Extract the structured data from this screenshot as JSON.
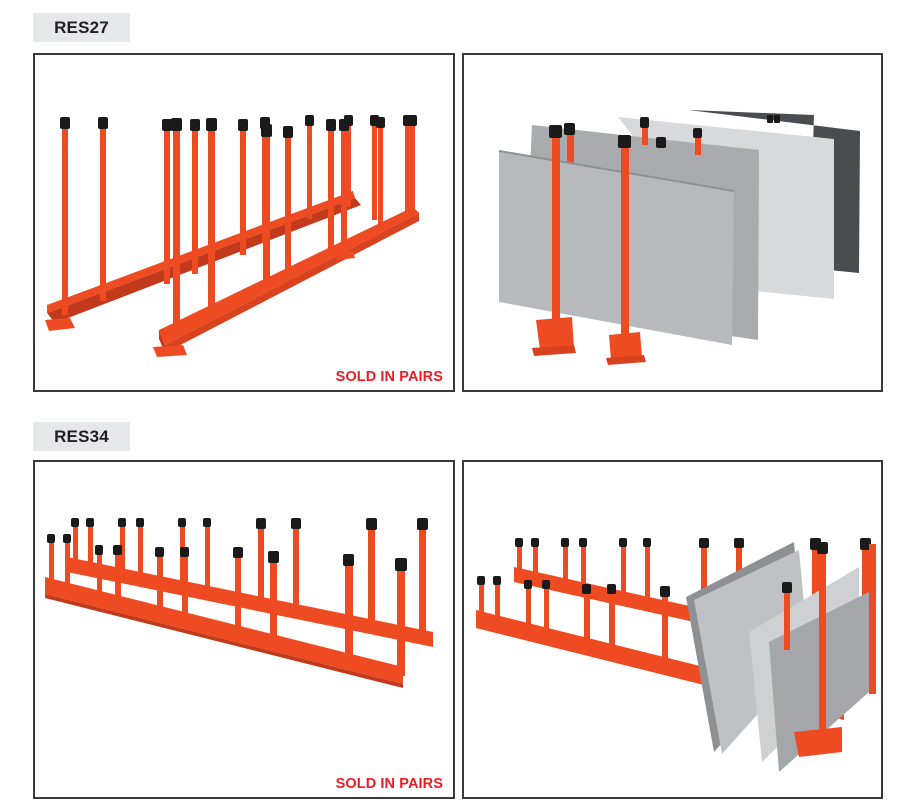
{
  "sections": [
    {
      "model": "RES27",
      "panels": [
        {
          "content": "empty-rack-pair",
          "caption": "SOLD IN PAIRS"
        },
        {
          "content": "rack-pair-loaded-with-stone-slabs"
        }
      ]
    },
    {
      "model": "RES34",
      "panels": [
        {
          "content": "empty-rack-pair",
          "caption": "SOLD IN PAIRS"
        },
        {
          "content": "rack-pair-loaded-with-stone-slabs"
        }
      ]
    }
  ],
  "colors": {
    "label_bg": "#e6e7e8",
    "label_text": "#231f20",
    "caption_red": "#ed1c24",
    "rack_orange": "#ef4b23",
    "rack_dark": "#c23a1b",
    "cap_black": "#1a1a1a",
    "panel_border": "#3a3a3a",
    "slab_light": "#c9cacc",
    "slab_mid": "#a9abae",
    "slab_dark": "#4a4c50"
  }
}
